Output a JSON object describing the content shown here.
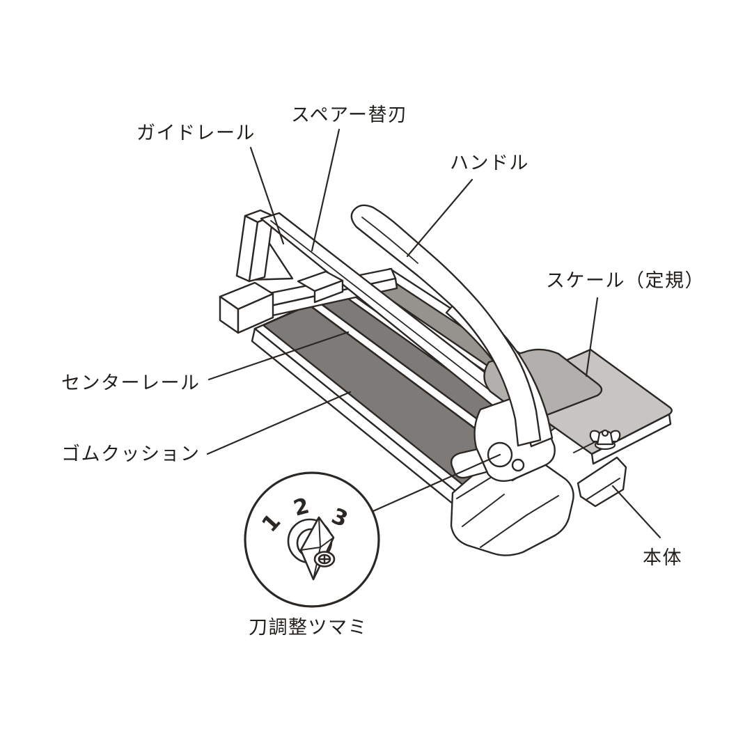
{
  "diagram": {
    "subject": "tile-cutter-parts-diagram",
    "labels": {
      "guide_rail": "ガイドレール",
      "spare_blade": "スペアー替刃",
      "handle": "ハンドル",
      "scale": "スケール（定規）",
      "center_rail": "センターレール",
      "rubber_cushion": "ゴムクッション",
      "blade_adjust_knob": "刀調整ツマミ",
      "body": "本体"
    },
    "detail_dial": {
      "numbers": [
        "1",
        "2",
        "3"
      ]
    },
    "colors": {
      "outline": "#2b2724",
      "rubber_dark": "#7d7a77",
      "side_mid": "#96938f",
      "rail_light": "#b7b5b2",
      "plate_light": "#c6c5c2",
      "plate_wing": "#b2b0ad",
      "background": "#ffffff"
    }
  }
}
